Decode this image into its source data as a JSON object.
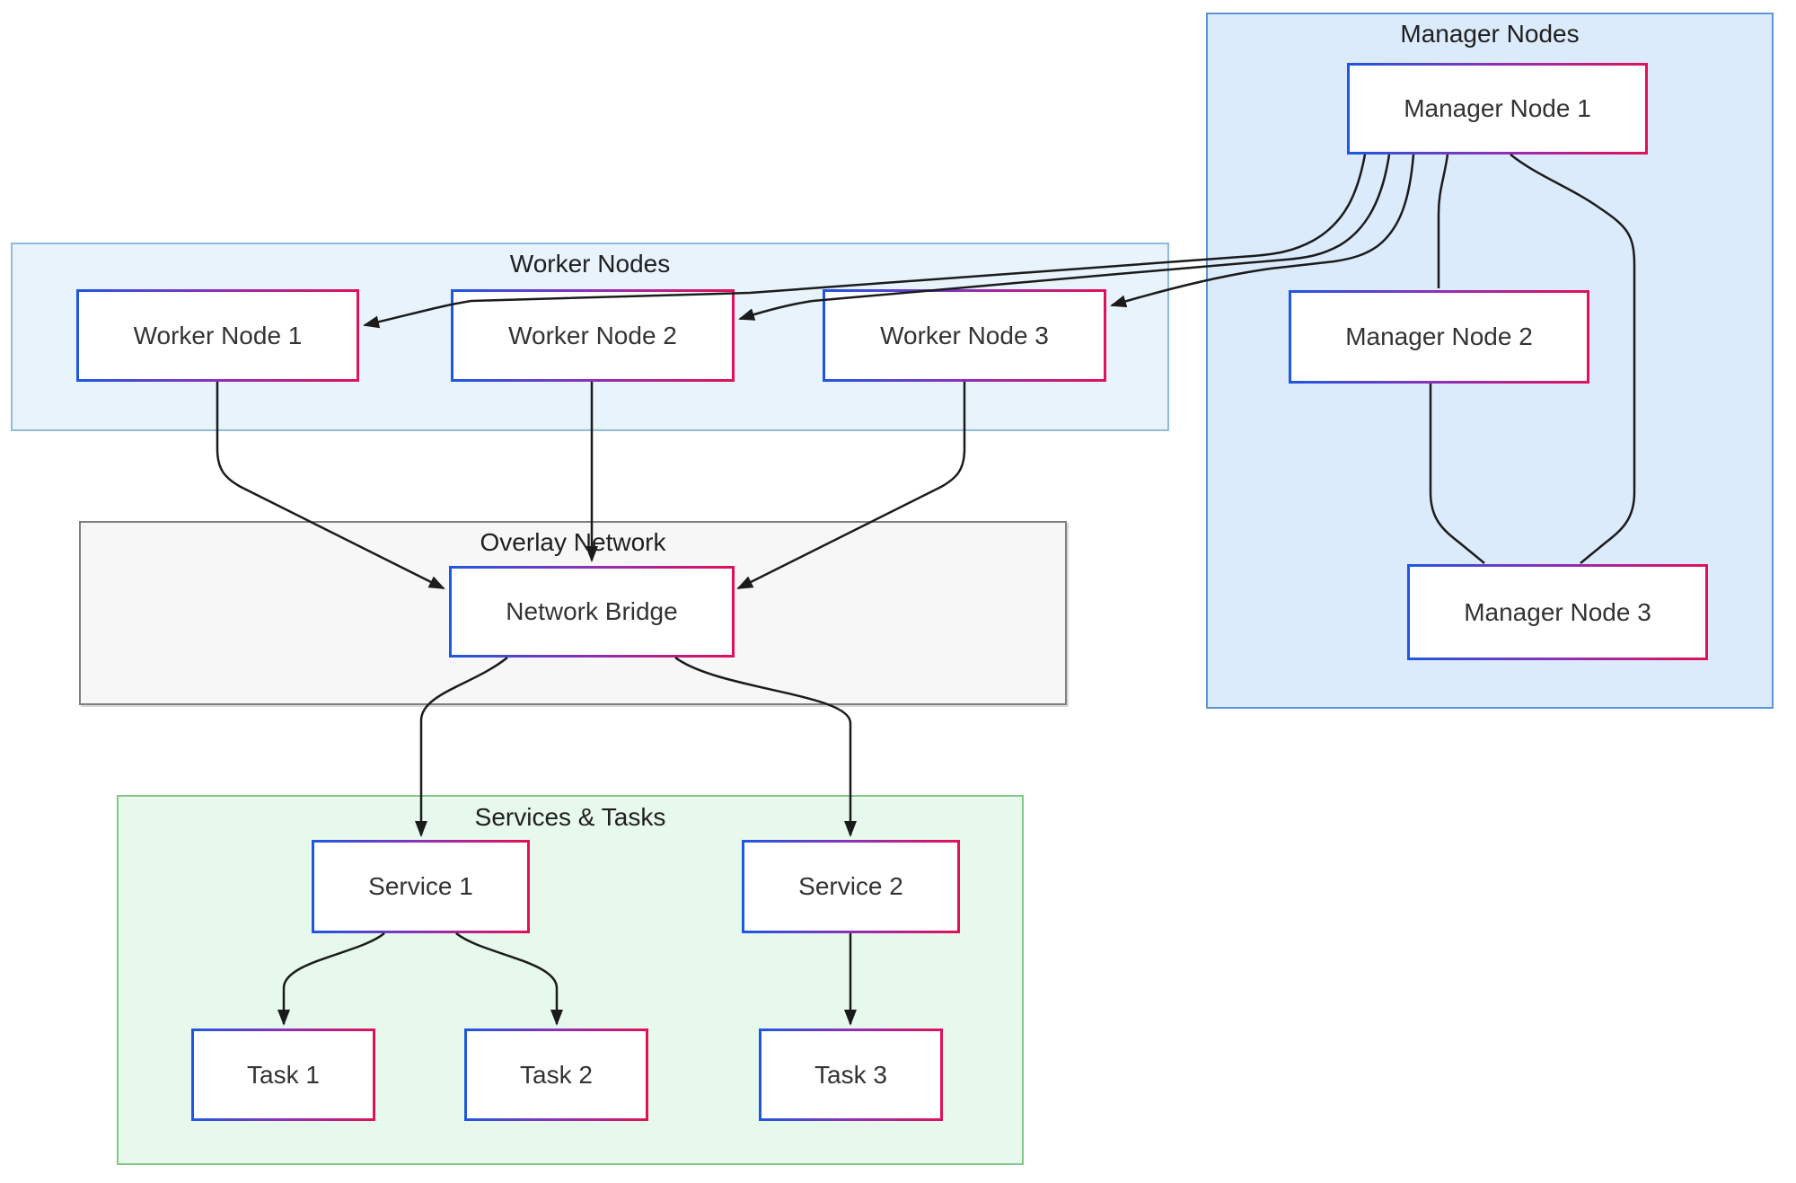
{
  "diagram": {
    "type": "flowchart",
    "clusters": {
      "manager": {
        "title": "Manager Nodes"
      },
      "worker": {
        "title": "Worker Nodes"
      },
      "overlay": {
        "title": "Overlay Network"
      },
      "services": {
        "title": "Services & Tasks"
      }
    },
    "nodes": {
      "manager1": {
        "label": "Manager Node 1"
      },
      "manager2": {
        "label": "Manager Node 2"
      },
      "manager3": {
        "label": "Manager Node 3"
      },
      "worker1": {
        "label": "Worker Node 1"
      },
      "worker2": {
        "label": "Worker Node 2"
      },
      "worker3": {
        "label": "Worker Node 3"
      },
      "bridge": {
        "label": "Network Bridge"
      },
      "service1": {
        "label": "Service 1"
      },
      "service2": {
        "label": "Service 2"
      },
      "task1": {
        "label": "Task 1"
      },
      "task2": {
        "label": "Task 2"
      },
      "task3": {
        "label": "Task 3"
      }
    },
    "edges": [
      {
        "from": "Manager Node 1",
        "to": "Worker Node 1",
        "directed": true
      },
      {
        "from": "Manager Node 1",
        "to": "Worker Node 2",
        "directed": true
      },
      {
        "from": "Manager Node 1",
        "to": "Worker Node 3",
        "directed": true
      },
      {
        "from": "Manager Node 1",
        "to": "Manager Node 2",
        "directed": false
      },
      {
        "from": "Manager Node 1",
        "to": "Manager Node 3",
        "directed": false
      },
      {
        "from": "Manager Node 2",
        "to": "Manager Node 3",
        "directed": false
      },
      {
        "from": "Worker Node 1",
        "to": "Network Bridge",
        "directed": true
      },
      {
        "from": "Worker Node 2",
        "to": "Network Bridge",
        "directed": true
      },
      {
        "from": "Worker Node 3",
        "to": "Network Bridge",
        "directed": true
      },
      {
        "from": "Network Bridge",
        "to": "Service 1",
        "directed": true
      },
      {
        "from": "Network Bridge",
        "to": "Service 2",
        "directed": true
      },
      {
        "from": "Service 1",
        "to": "Task 1",
        "directed": true
      },
      {
        "from": "Service 1",
        "to": "Task 2",
        "directed": true
      },
      {
        "from": "Service 2",
        "to": "Task 3",
        "directed": true
      }
    ],
    "colors": {
      "node_fill": "#ffffff",
      "node_border_left": "#2057e0",
      "node_border_mid": "#8e30b8",
      "node_border_right": "#e0115a",
      "node_text": "#333333",
      "edge_stroke": "#1b1b1b",
      "cluster_manager_fill": "#dcebfc",
      "cluster_manager_border": "#5d94d4",
      "cluster_worker_fill": "#e8f3fb",
      "cluster_worker_border": "#8fbcdb",
      "cluster_overlay_fill": "#f7f7f7",
      "cluster_overlay_border": "#7f7f7f",
      "cluster_services_fill": "#e7f9ec",
      "cluster_services_border": "#85c788"
    }
  }
}
